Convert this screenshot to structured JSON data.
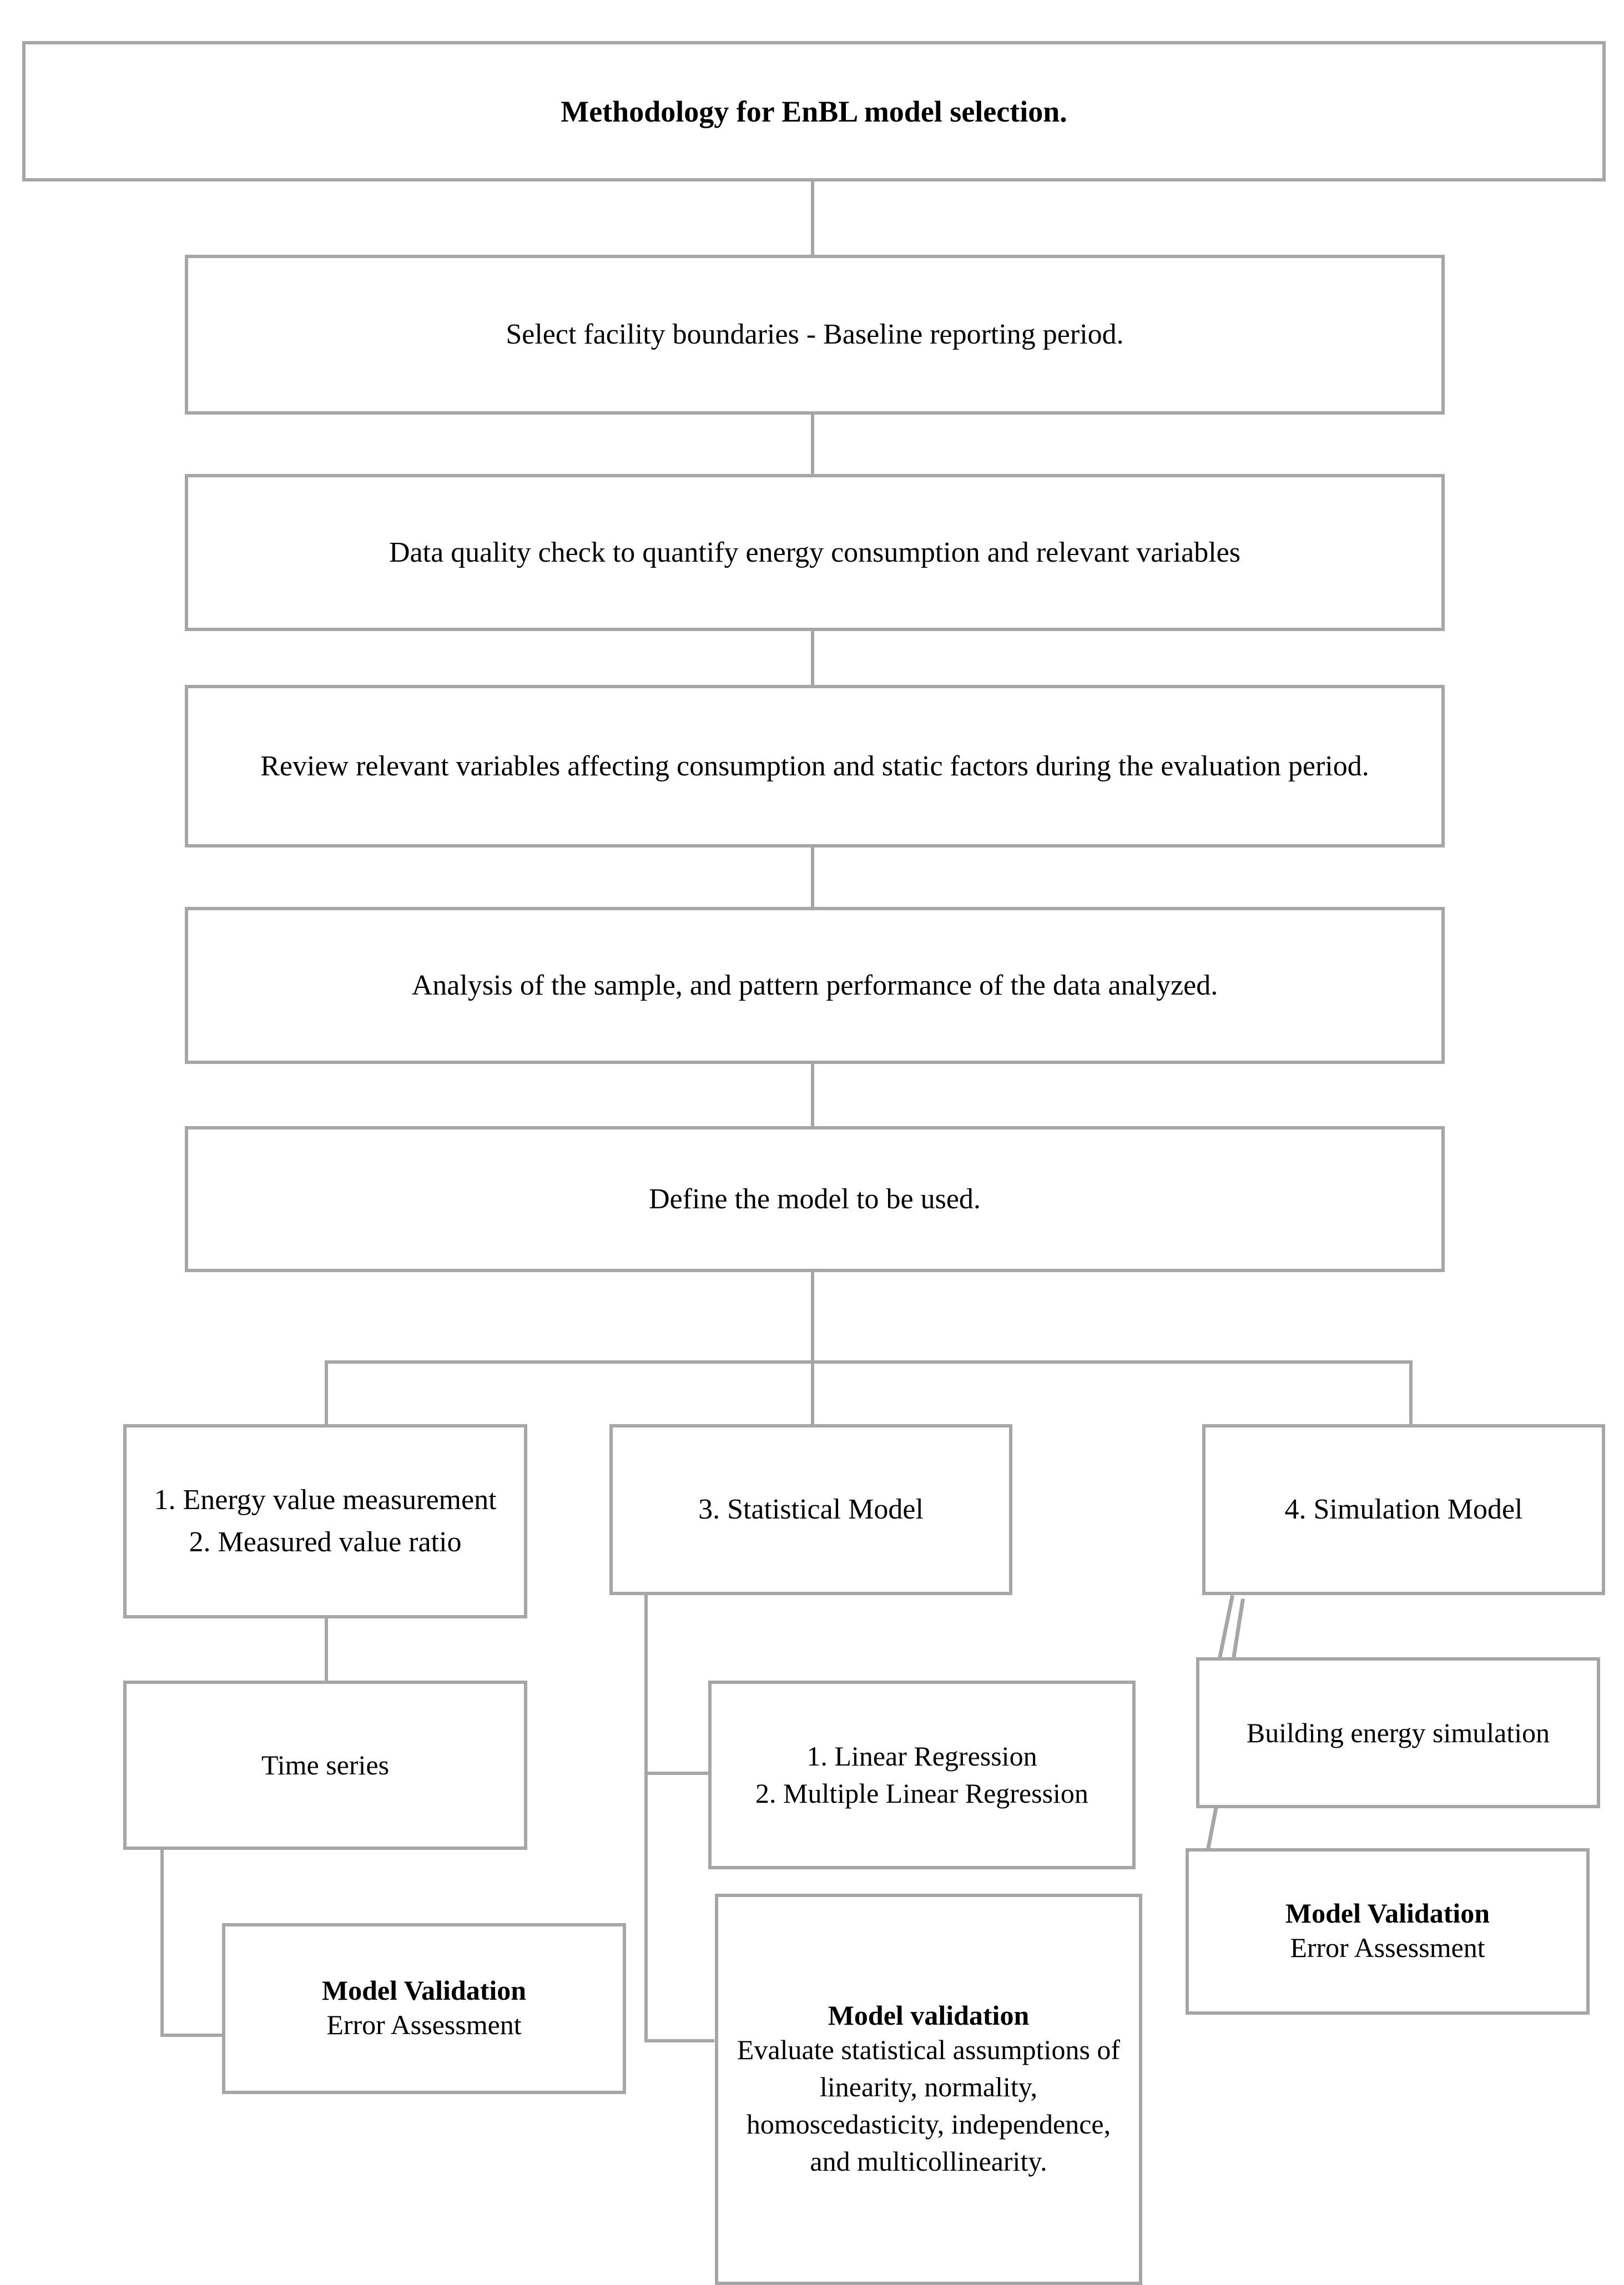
{
  "diagram": {
    "title": "Methodology for EnBL model selection.",
    "theme": {
      "border_color": "#a6a6a6",
      "text_color": "#000000",
      "background": "#ffffff"
    },
    "steps": [
      {
        "id": "step-1",
        "text": "Select facility boundaries - Baseline reporting period."
      },
      {
        "id": "step-2",
        "text": "Data quality check to quantify energy consumption and relevant variables"
      },
      {
        "id": "step-3",
        "text": "Review relevant variables affecting consumption and static factors during the evaluation period."
      },
      {
        "id": "step-4",
        "text": "Analysis of the sample, and pattern performance of the data analyzed."
      },
      {
        "id": "step-5",
        "text": "Define the model to be used."
      }
    ],
    "branches": [
      {
        "id": "branch-measurement",
        "lines": [
          "1. Energy value measurement",
          "2. Measured value ratio"
        ],
        "children": [
          {
            "id": "time-series",
            "lines": [
              "Time series"
            ]
          },
          {
            "id": "model-validation-left",
            "heading": "Model Validation",
            "body": "Error Assessment"
          }
        ]
      },
      {
        "id": "branch-statistical",
        "lines": [
          "3. Statistical Model"
        ],
        "children": [
          {
            "id": "linear-regression",
            "lines": [
              "1. Linear Regression",
              "2. Multiple Linear Regression"
            ]
          },
          {
            "id": "model-validation-middle",
            "heading": "Model validation",
            "body": "Evaluate statistical assumptions of linearity, normality, homoscedasticity, independence, and multicollinearity."
          }
        ]
      },
      {
        "id": "branch-simulation",
        "lines": [
          "4. Simulation Model"
        ],
        "children": [
          {
            "id": "building-energy-simulation",
            "lines": [
              "Building energy simulation"
            ]
          },
          {
            "id": "model-validation-right",
            "heading": "Model Validation",
            "body": "Error Assessment"
          }
        ]
      }
    ]
  }
}
